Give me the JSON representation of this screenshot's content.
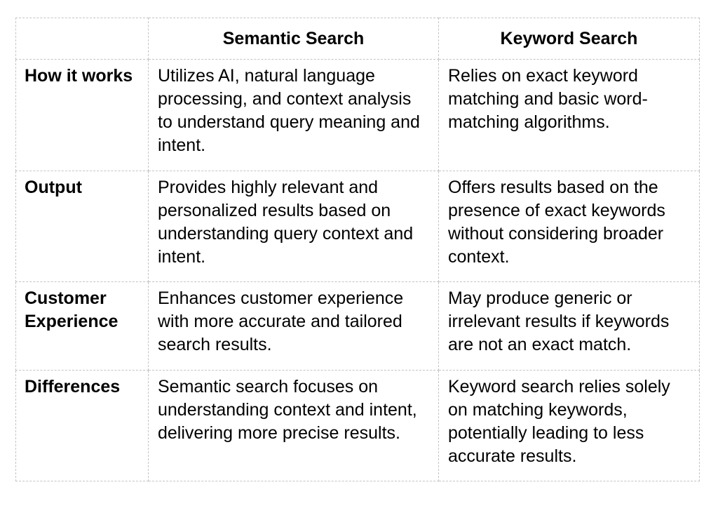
{
  "page": {
    "background_color": "#ffffff",
    "text_color": "#000000",
    "border_color": "#c4c4c4"
  },
  "table": {
    "header": {
      "row_label_column": "",
      "semantic_label": "Semantic Search",
      "keyword_label": "Keyword Search"
    },
    "rows": [
      {
        "label": "How it works",
        "semantic": "Utilizes AI, natural language processing, and context analysis to understand query meaning and intent.",
        "keyword": "Relies on exact keyword matching and basic word-matching algorithms."
      },
      {
        "label": "Output",
        "semantic": "Provides highly relevant and personalized results based on understanding query context and intent.",
        "keyword": "Offers results based on the presence of exact keywords without considering broader context."
      },
      {
        "label": "Customer Experience",
        "semantic": "Enhances customer experience with more accurate and tailored search results.",
        "keyword": "May produce generic or irrelevant results if keywords are not an exact match."
      },
      {
        "label": "Differences",
        "semantic": "Semantic search focuses on understanding context and intent, delivering more precise results.",
        "keyword": "Keyword search relies solely on matching keywords, potentially leading to less accurate results."
      }
    ]
  }
}
